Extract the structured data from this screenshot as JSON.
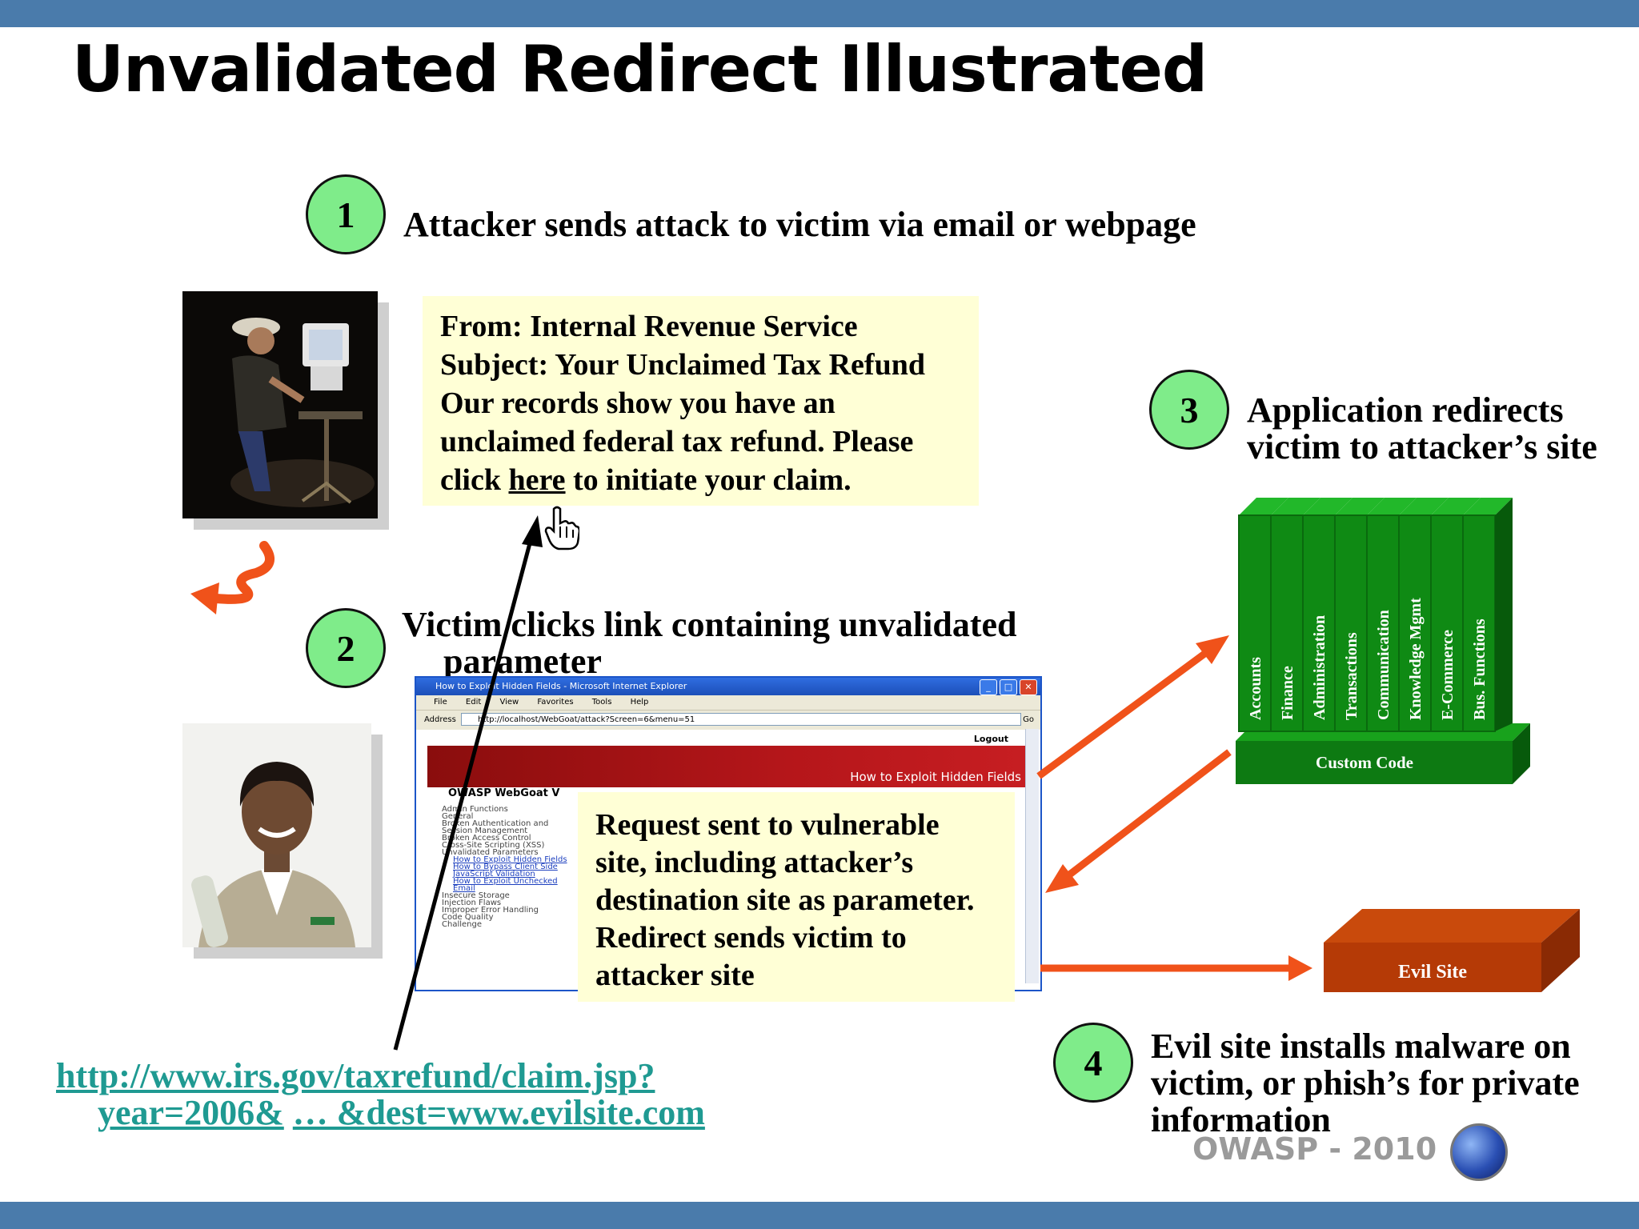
{
  "slide": {
    "title": "Unvalidated Redirect Illustrated",
    "footer": "OWASP - 2010"
  },
  "steps": [
    {
      "number": "1",
      "text": "Attacker sends attack to victim via email or webpage"
    },
    {
      "number": "2",
      "line1": "Victim clicks link containing unvalidated",
      "line2": "parameter"
    },
    {
      "number": "3",
      "line1": "Application redirects",
      "line2": "victim to attacker’s site"
    },
    {
      "number": "4",
      "line1": "Evil site installs malware on",
      "line2": "victim, or phish’s for private",
      "line3": "information"
    }
  ],
  "email": {
    "line1": "From: Internal Revenue Service",
    "line2": "Subject: Your Unclaimed Tax Refund",
    "line3": "Our records show you have an",
    "line4": "unclaimed federal tax refund. Please",
    "line5_pre": "click ",
    "line5_link": "here",
    "line5_post": " to initiate your claim."
  },
  "request_note": {
    "line1": "Request sent to vulnerable",
    "line2": "site, including attacker’s",
    "line3": "destination site as parameter.",
    "line4": "Redirect sends victim to",
    "line5": "attacker site"
  },
  "url": {
    "line1": "http://www.irs.gov/taxrefund/claim.jsp?",
    "part2a": "year=2006&",
    "part2b": "… &dest=www.evilsite.com"
  },
  "app": {
    "columns": [
      "Accounts",
      "Finance",
      "Administration",
      "Transactions",
      "Communication",
      "Knowledge Mgmt",
      "E-Commerce",
      "Bus. Functions"
    ],
    "base_label": "Custom Code",
    "column_color": "#0f8a14",
    "base_color": "#0d7a12"
  },
  "evil_site": {
    "label": "Evil Site",
    "color": "#b53a06"
  },
  "browser": {
    "title": "How to Exploit Hidden Fields - Microsoft Internet Explorer",
    "menu": [
      "File",
      "Edit",
      "View",
      "Favorites",
      "Tools",
      "Help"
    ],
    "address_label": "Address",
    "address": "http://localhost/WebGoat/attack?Screen=6&menu=51",
    "go": "Go",
    "logout": "Logout",
    "banner": "How to Exploit Hidden Fields",
    "tab": "OWASP WebGoat V",
    "sidebar": [
      "Admin Functions",
      "General",
      "Broken Authentication and",
      "Session Management",
      "Broken Access Control",
      "Cross-Site Scripting (XSS)",
      "Unvalidated Parameters"
    ],
    "sidebar_links": [
      "How to Exploit Hidden Fields",
      "How to Bypass Client Side",
      "JavaScript Validation",
      "How to Exploit Unchecked",
      "Email"
    ],
    "sidebar_tail": [
      "Insecure Storage",
      "Injection Flaws",
      "Improper Error Handling",
      "Code Quality",
      "Challenge"
    ]
  },
  "colors": {
    "accent_bar": "#4a7bab",
    "arrow": "#f0521a",
    "step_circle": "#7fec8a",
    "note_bg": "#ffffd6",
    "url": "#1f9a92"
  }
}
